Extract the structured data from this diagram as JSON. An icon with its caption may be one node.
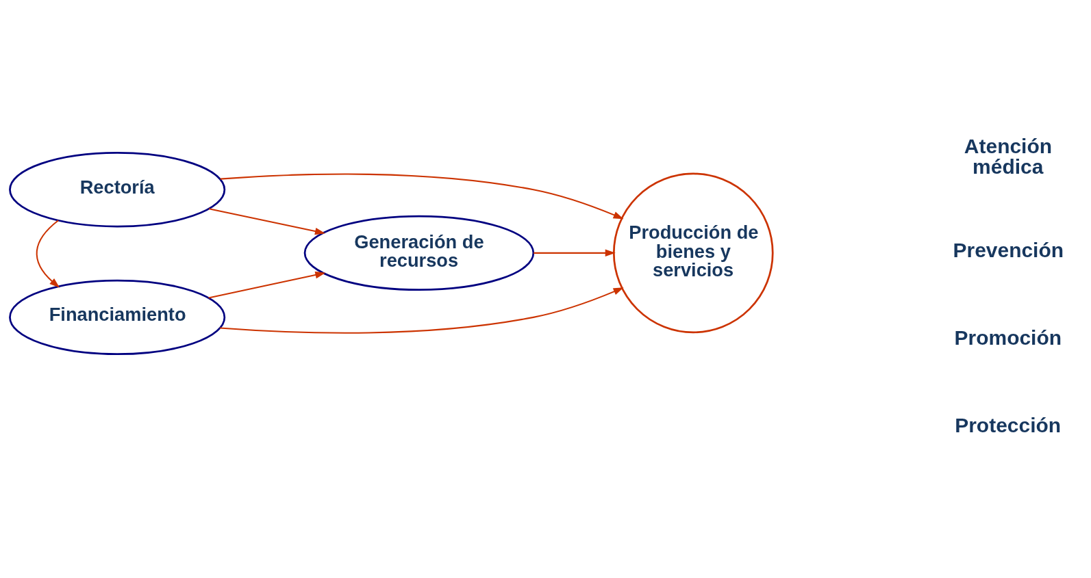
{
  "diagram": {
    "nodes": [
      {
        "text": [
          "Rectoría"
        ]
      },
      {
        "text": [
          "Generación de recursos"
        ]
      },
      {
        "text": [
          "Financiamiento"
        ]
      },
      {
        "text": [
          "Producción de bienes y servicios"
        ]
      }
    ],
    "edges": [
      {
        "from": 0,
        "to": 3,
        "arrow": "to"
      },
      {
        "from": 0,
        "to": 1,
        "arrow": "to"
      },
      {
        "from": 0,
        "to": 2,
        "arrow": "to"
      },
      {
        "from": 2,
        "to": 1,
        "arrow": "to"
      },
      {
        "from": 1,
        "to": 3,
        "arrow": "to"
      },
      {
        "from": 2,
        "to": 3,
        "arrow": "to"
      }
    ],
    "labels": [
      "Protección",
      "Promoción",
      "Prevención",
      "Atención médica"
    ]
  }
}
